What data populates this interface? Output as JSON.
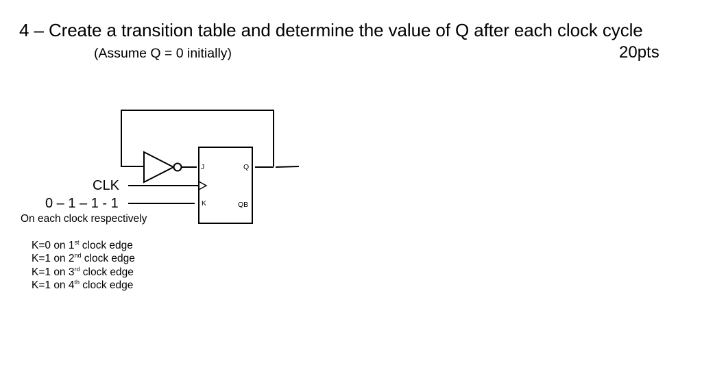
{
  "question": {
    "title": "4 – Create a transition table and determine the value of Q after each clock cycle",
    "assumption": "(Assume Q = 0 initially)",
    "points": "20pts"
  },
  "circuit": {
    "component": "JK flip-flop",
    "pins": {
      "j": "J",
      "clk": ">",
      "k": "K",
      "q": "Q",
      "qb": "QB"
    },
    "clk_label": "CLK",
    "k_sequence": "0 – 1 – 1 - 1",
    "k_sequence_note": "On each clock respectively",
    "feedback": "Q inverted into J",
    "inverter": "NOT gate"
  },
  "clock_edges": [
    {
      "text_pre": "K=0 on 1",
      "sup": "st",
      "text_post": " clock edge"
    },
    {
      "text_pre": "K=1 on 2",
      "sup": "nd",
      "text_post": " clock edge"
    },
    {
      "text_pre": "K=1 on 3",
      "sup": "rd",
      "text_post": " clock edge"
    },
    {
      "text_pre": "K=1 on 4",
      "sup": "th",
      "text_post": " clock edge"
    }
  ]
}
